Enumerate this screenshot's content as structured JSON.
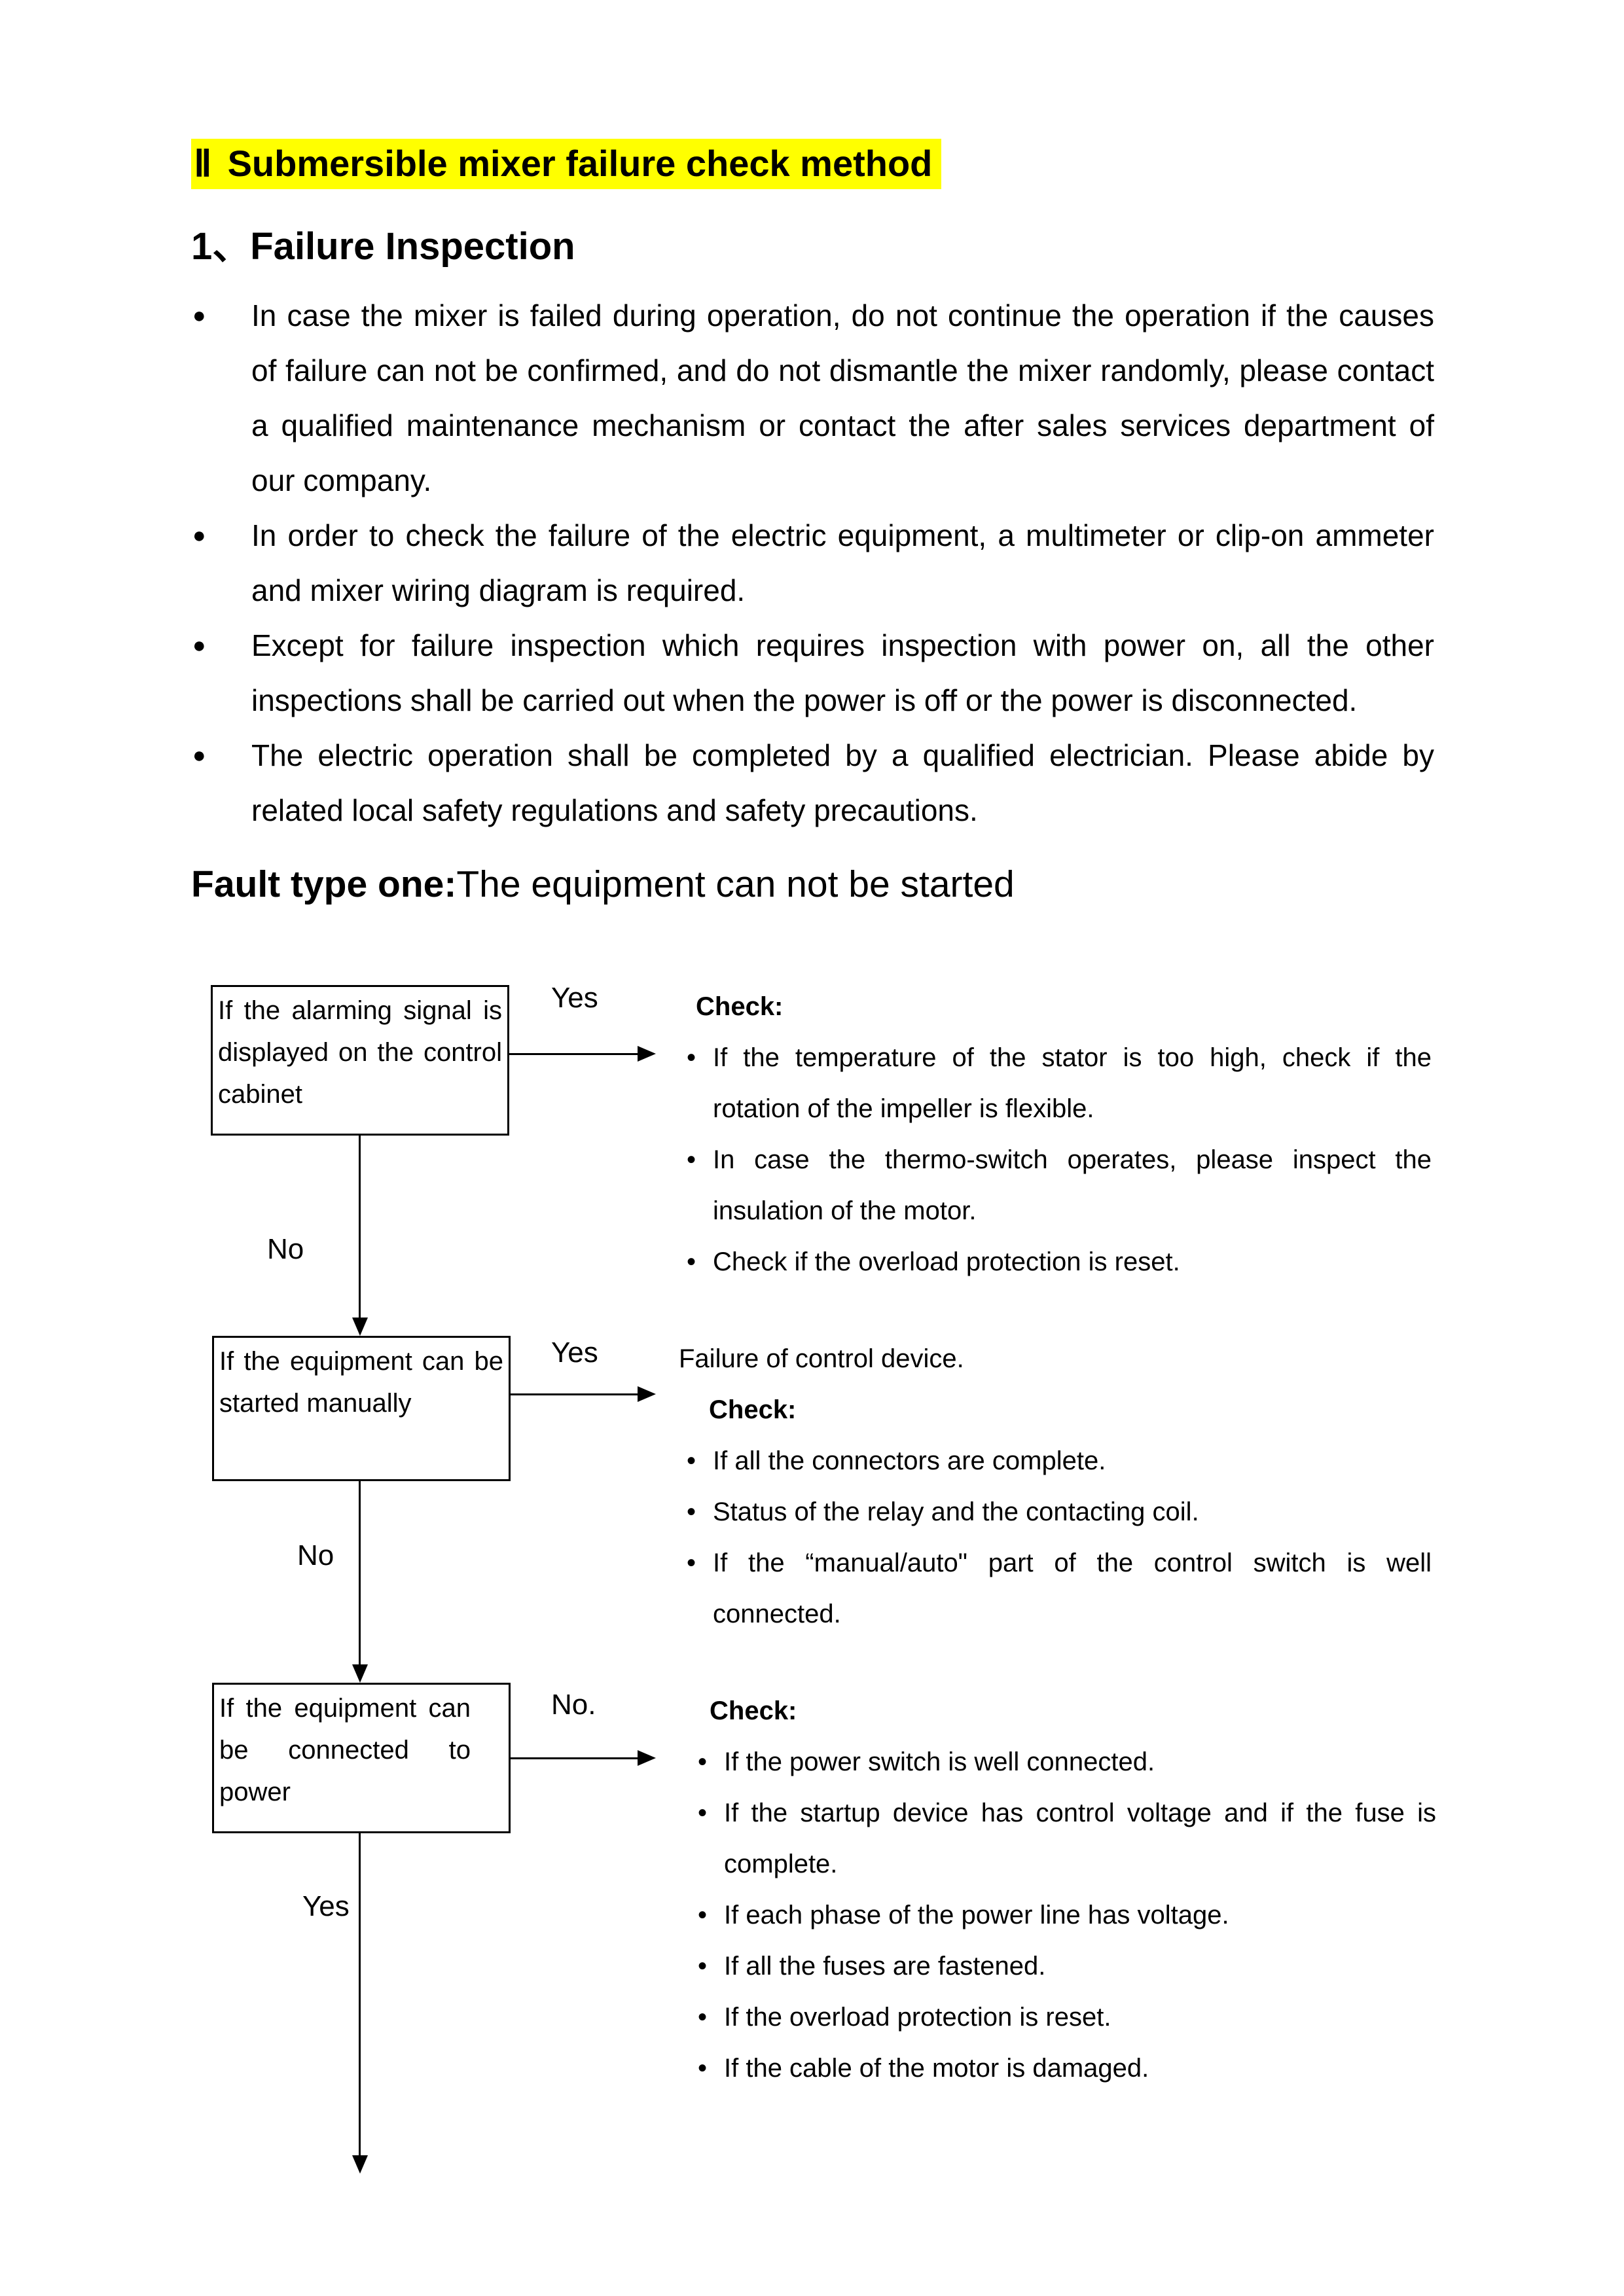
{
  "glyphs": {
    "list_bullet": "●",
    "check_bullet": "•"
  },
  "colors": {
    "title_highlight": "#ffff00"
  },
  "page": {
    "title_numeral": "Ⅱ",
    "title": "Submersible mixer failure check method",
    "section_heading": "1、Failure Inspection",
    "bullets": [
      "In case the mixer is failed during operation, do not continue the operation if the causes of failure can not be confirmed, and do not dismantle the mixer randomly, please contact a qualified maintenance mechanism or contact the after sales services department of our company.",
      "In order to check the failure of the electric equipment, a multimeter or clip-on ammeter and mixer wiring diagram is required.",
      "Except for failure inspection which requires inspection with power on, all the other inspections shall be carried out when the power is off or the power is disconnected.",
      "The electric operation shall be completed by a qualified electrician. Please abide by related local safety regulations and safety precautions."
    ],
    "fault_heading_bold": "Fault type one:",
    "fault_heading_rest": "The equipment can not be started"
  },
  "flowchart": {
    "boxes": [
      {
        "text": "If the alarming signal is displayed on the control cabinet",
        "branch_label": "Yes",
        "down_label": "No"
      },
      {
        "text": "If the equipment can be started manually",
        "branch_label": "Yes",
        "down_label": "No"
      },
      {
        "text": "If the equipment can be connected to power",
        "branch_label": "No.",
        "down_label": "Yes"
      }
    ],
    "blocks": [
      {
        "check_label": "Check:",
        "items": [
          "If the temperature of the stator is too high, check if the rotation of the impeller is flexible.",
          "In case the thermo-switch operates, please inspect the insulation of the motor.",
          "Check if the overload protection is reset."
        ]
      },
      {
        "intro": "Failure of control device.",
        "check_label": "Check:",
        "items": [
          "If all the connectors are complete.",
          "Status of the relay and the contacting coil.",
          "If the “manual/auto\" part of the control switch is well connected."
        ]
      },
      {
        "check_label": "Check:",
        "items": [
          "If the power switch is well connected.",
          "If the startup device has control voltage and if the fuse is complete.",
          "If each phase of the power line has voltage.",
          "If all the fuses are fastened.",
          "If the overload protection is reset.",
          "If the cable of the motor is damaged."
        ]
      }
    ]
  }
}
